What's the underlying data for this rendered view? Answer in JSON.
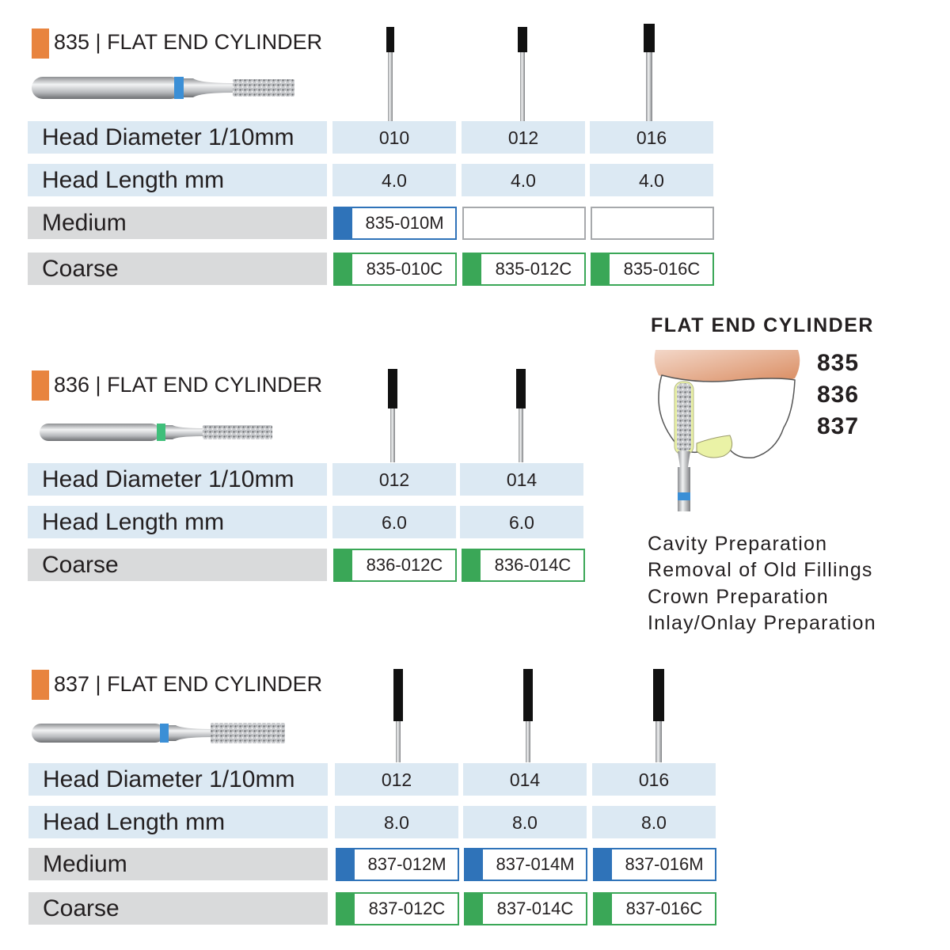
{
  "sections": [
    {
      "title": "835 | FLAT END CYLINDER",
      "rows": {
        "head_diameter_label": "Head Diameter 1/10mm",
        "head_length_label": "Head Length mm",
        "medium_label": "Medium",
        "coarse_label": "Coarse"
      },
      "columns": [
        {
          "diameter": "010",
          "length": "4.0",
          "medium": "835-010M",
          "coarse": "835-010C"
        },
        {
          "diameter": "012",
          "length": "4.0",
          "medium": "",
          "coarse": "835-012C"
        },
        {
          "diameter": "016",
          "length": "4.0",
          "medium": "",
          "coarse": "835-016C"
        }
      ]
    },
    {
      "title": "836 | FLAT END CYLINDER",
      "rows": {
        "head_diameter_label": "Head Diameter 1/10mm",
        "head_length_label": "Head Length mm",
        "coarse_label": "Coarse"
      },
      "columns": [
        {
          "diameter": "012",
          "length": "6.0",
          "coarse": "836-012C"
        },
        {
          "diameter": "014",
          "length": "6.0",
          "coarse": "836-014C"
        }
      ]
    },
    {
      "title": "837 | FLAT END CYLINDER",
      "rows": {
        "head_diameter_label": "Head Diameter 1/10mm",
        "head_length_label": "Head Length mm",
        "medium_label": "Medium",
        "coarse_label": "Coarse"
      },
      "columns": [
        {
          "diameter": "012",
          "length": "8.0",
          "medium": "837-012M",
          "coarse": "837-012C"
        },
        {
          "diameter": "014",
          "length": "8.0",
          "medium": "837-014M",
          "coarse": "837-014C"
        },
        {
          "diameter": "016",
          "length": "8.0",
          "medium": "837-016M",
          "coarse": "837-016C"
        }
      ]
    }
  ],
  "sidebar": {
    "title": "FLAT END CYLINDER",
    "numbers": [
      "835",
      "836",
      "837"
    ],
    "uses": [
      "Cavity Preparation",
      "Removal of Old Fillings",
      "Crown Preparation",
      "Inlay/Onlay Preparation"
    ]
  },
  "colors": {
    "accent_orange": "#e8843f",
    "row_blue": "#dce9f3",
    "row_gray": "#d9dadb",
    "medium_blue": "#2f73b9",
    "coarse_green": "#3aa757",
    "ring_blue": "#3b8fd6",
    "ring_green": "#3fbf7a"
  },
  "icons": [
    "bur-side-view",
    "bur-silhouette-icon",
    "tooth-illustration"
  ]
}
